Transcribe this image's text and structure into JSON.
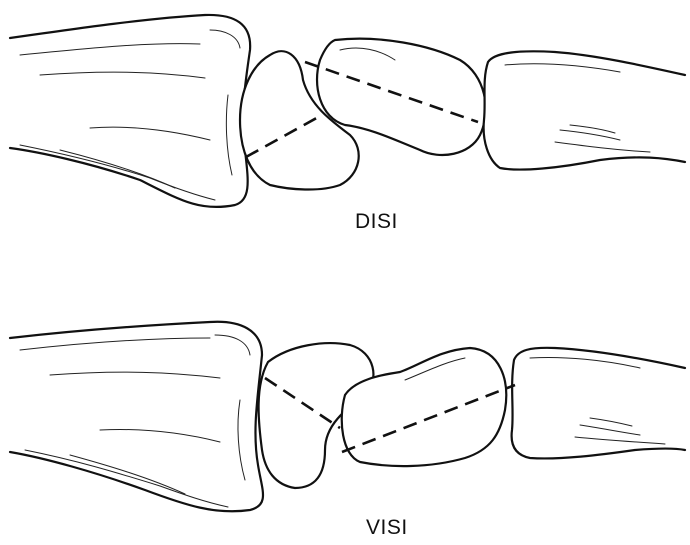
{
  "figure": {
    "panels": [
      {
        "id": "disi",
        "caption": "DISI"
      },
      {
        "id": "visi",
        "caption": "VISI"
      }
    ]
  }
}
